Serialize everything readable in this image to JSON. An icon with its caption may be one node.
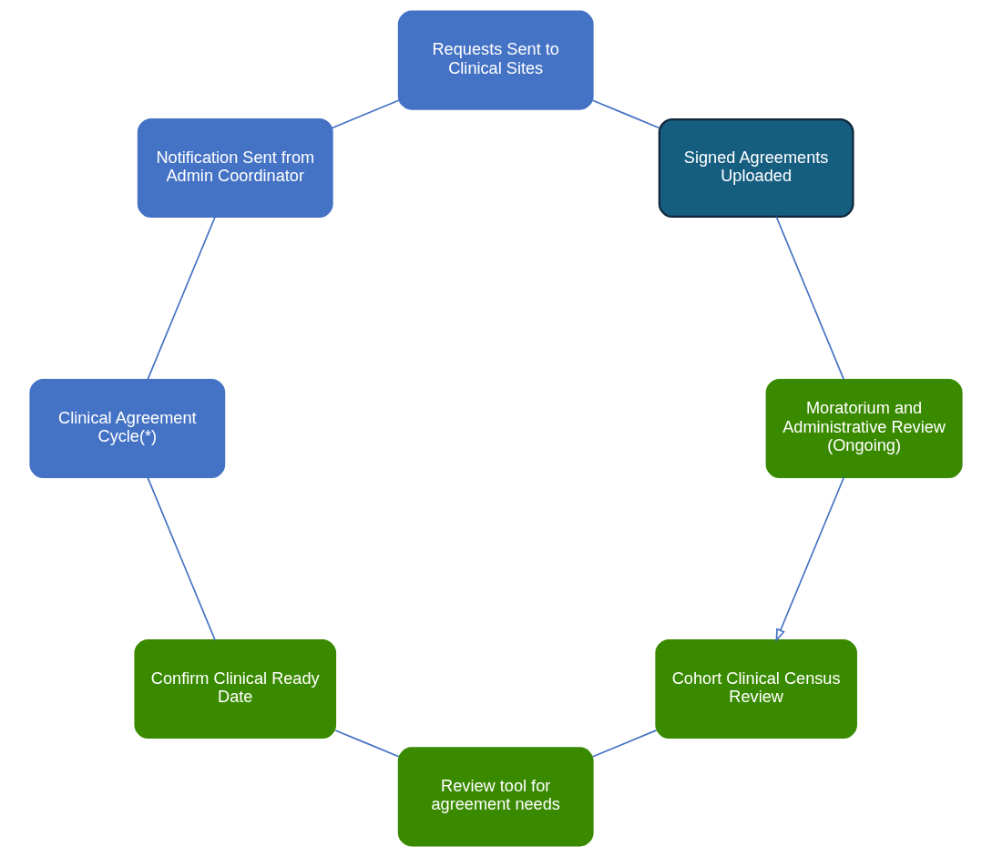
{
  "diagram": {
    "nodes": [
      {
        "text": [
          "Cohort Clinical Census Review"
        ]
      },
      {
        "text": [
          "Review tool for agreement needs"
        ]
      },
      {
        "text": [
          "Confirm Clinical Ready Date"
        ]
      },
      {
        "text": [
          "Clinical Agreement Cycle(*)"
        ]
      },
      {
        "text": [
          "Notification Sent from Admin Coordinator"
        ]
      },
      {
        "text": [
          "Requests Sent to Clinical Sites"
        ]
      },
      {
        "text": [
          "Signed Agreements Uploaded"
        ]
      },
      {
        "text": [
          "Moratorium and Administrative Review (Ongoing)"
        ]
      }
    ],
    "edges": [
      {
        "from": 0,
        "to": 1,
        "arrow": "none"
      },
      {
        "from": 1,
        "to": 2,
        "arrow": "none"
      },
      {
        "from": 2,
        "to": 3,
        "arrow": "none"
      },
      {
        "from": 3,
        "to": 4,
        "arrow": "none"
      },
      {
        "from": 4,
        "to": 5,
        "arrow": "none"
      },
      {
        "from": 5,
        "to": 6,
        "arrow": "none"
      },
      {
        "from": 6,
        "to": 7,
        "arrow": "none"
      },
      {
        "from": 7,
        "to": 0,
        "arrow": "to"
      }
    ]
  }
}
